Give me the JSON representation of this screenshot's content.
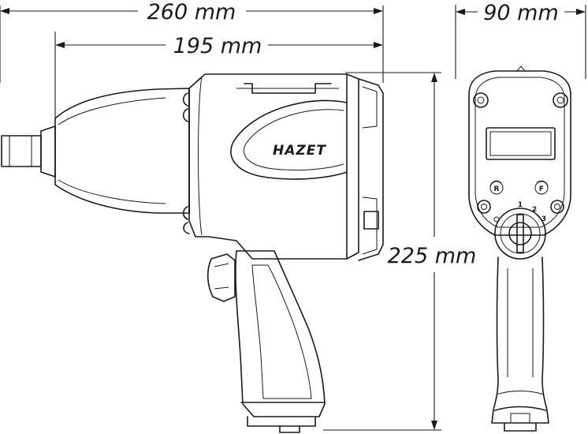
{
  "dimensions": {
    "overall_length": "260 mm",
    "body_length": "195 mm",
    "height": "225 mm",
    "width": "90 mm"
  },
  "branding": {
    "logo_text": "HAZET"
  },
  "rear_view_labels": {
    "reverse_symbol": "R",
    "forward_symbol": "F",
    "power_levels": [
      "1",
      "2",
      "3"
    ]
  },
  "colors": {
    "line": "#1a1a1a",
    "background": "#ffffff"
  }
}
